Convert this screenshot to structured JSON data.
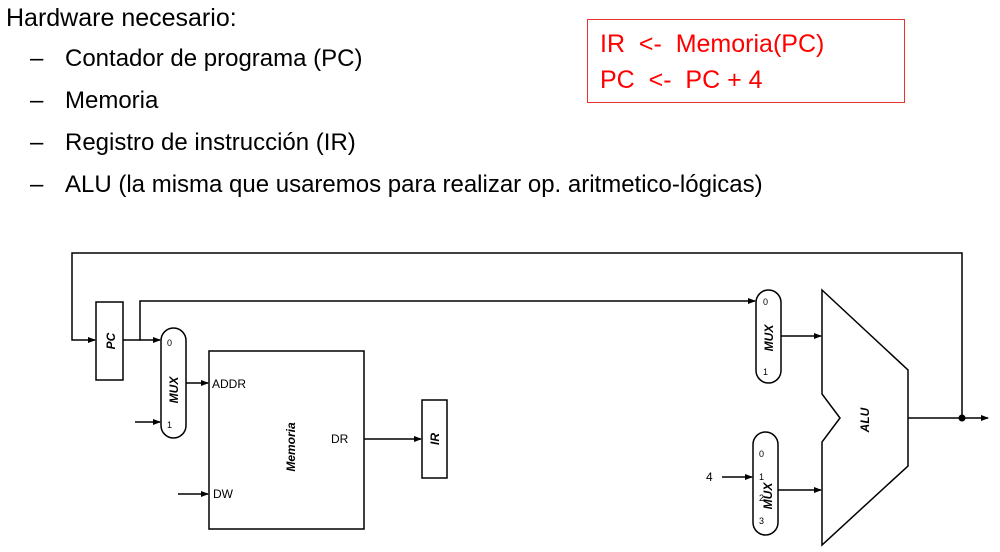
{
  "heading": "Hardware necesario:",
  "bullet_marker": "–",
  "bullets": [
    "Contador de programa (PC)",
    "Memoria",
    "Registro de instrucción (IR)",
    "ALU (la misma que usaremos para realizar op. aritmetico-lógicas)"
  ],
  "rtl_box": {
    "line1": "IR  <-  Memoria(PC)",
    "line2": "PC  <-  PC + 4"
  },
  "colors": {
    "rtl": "#ff0000",
    "rtl_border": "#e8332d"
  },
  "diagram": {
    "pc": "PC",
    "mux_left": {
      "label": "MUX",
      "in0": "0",
      "in1": "1"
    },
    "memory": {
      "label": "Memoria",
      "addr": "ADDR",
      "dr": "DR",
      "dw": "DW"
    },
    "ir": "IR",
    "mux_top": {
      "label": "MUX",
      "in0": "0",
      "in1": "1"
    },
    "mux_bottom": {
      "label": "MUX",
      "in0": "0",
      "in1": "1",
      "in2": "2",
      "in3": "3"
    },
    "alu": "ALU",
    "const_four": "4"
  }
}
